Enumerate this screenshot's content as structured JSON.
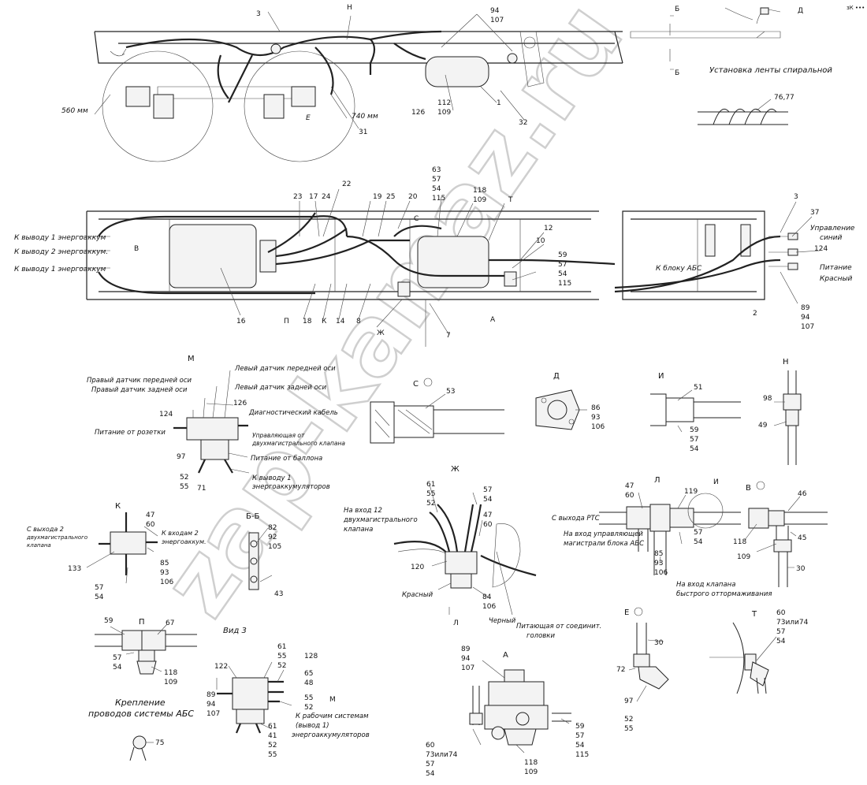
{
  "corner_mark": "зК •••",
  "watermark": "zap-kamaz.ru",
  "side_view": {
    "letters": [
      "3",
      "Н",
      "Е"
    ],
    "dims": [
      "560 мм",
      "740 мм"
    ],
    "callouts": [
      "94",
      "107",
      "126",
      "112",
      "109",
      "1",
      "32",
      "31"
    ]
  },
  "spiral": {
    "title": "Установка ленты спиральной",
    "section_top": "Б",
    "section_bottom": "Б",
    "view_letter": "Д",
    "callout": "76,77"
  },
  "plan": {
    "left_labels": [
      "К выводу 1 энергоаккум",
      "К выводу 2 энергоаккум.",
      "К выводу 1 энергоаккум"
    ],
    "view_v": "В",
    "top_callouts": [
      "23",
      "17",
      "24",
      "22",
      "19",
      "25",
      "20",
      "63",
      "57",
      "54",
      "115",
      "118",
      "109",
      "Т",
      "12",
      "10",
      "59",
      "57",
      "54",
      "115",
      "С"
    ],
    "bottom_callouts": [
      "16",
      "П",
      "18",
      "К",
      "14",
      "8",
      "Ж",
      "7",
      "А"
    ],
    "abs_label": "К блоку АБС",
    "right_labels": [
      "Управление",
      "синий",
      "Питание",
      "Красный"
    ],
    "right_callouts": [
      "3",
      "37",
      "124",
      "89",
      "94",
      "107",
      "2"
    ]
  },
  "view_m": {
    "letter": "М",
    "labels": [
      "Правый датчик передней оси",
      "Правый датчик задней оси",
      "Левый датчик передней оси",
      "Левый датчик задней оси",
      "Диагностический кабель",
      "Питание от розетки",
      "Управляющая от",
      "двухмагистрального клапана",
      "Питание от баллона",
      "К выводу 1",
      "энергоаккумуляторов"
    ],
    "callouts": [
      "124",
      "126",
      "97",
      "52",
      "55",
      "71"
    ]
  },
  "view_c": {
    "letter": "С",
    "callout": "53"
  },
  "view_d": {
    "letter": "Д",
    "callouts": [
      "86",
      "93",
      "106"
    ]
  },
  "view_i": {
    "letter": "И",
    "callouts": [
      "51",
      "59",
      "57",
      "54"
    ]
  },
  "view_n": {
    "letter": "Н",
    "callouts": [
      "98",
      "49"
    ]
  },
  "view_k": {
    "letter": "К",
    "labels": [
      "С выхода 2",
      "двухмагистрального",
      "клапана",
      "К входам 2",
      "энергоаккум."
    ],
    "callouts": [
      "47",
      "60",
      "133",
      "85",
      "93",
      "106",
      "57",
      "54"
    ]
  },
  "view_bb": {
    "letter": "Б-Б",
    "callouts": [
      "82",
      "92",
      "105",
      "43"
    ],
    "view3": "Вид 3"
  },
  "view_zh": {
    "letter": "Ж",
    "labels": [
      "На вход 12",
      "двухмагистрального",
      "клапана",
      "Красный",
      "Черный",
      "Питающая от соединит.",
      "головки",
      "Л"
    ],
    "callouts": [
      "61",
      "55",
      "52",
      "57",
      "54",
      "47",
      "60",
      "120",
      "84",
      "106"
    ]
  },
  "view_l": {
    "letter": "Л",
    "labels": [
      "С выхода РТС",
      "На вход управляющей",
      "магистрали блока АБС",
      "На вход клапана",
      "быстрого оттормаживания",
      "И"
    ],
    "callouts": [
      "47",
      "60",
      "119",
      "57",
      "54",
      "85",
      "93",
      "106"
    ]
  },
  "view_v": {
    "letter": "В",
    "callouts": [
      "46",
      "45",
      "118",
      "109",
      "30"
    ]
  },
  "view_p": {
    "letter": "П",
    "callouts": [
      "59",
      "67",
      "57",
      "54",
      "118",
      "109"
    ]
  },
  "abs_mount": {
    "title_1": "Крепление",
    "title_2": "проводов системы АБС",
    "callout": "75"
  },
  "view_3": {
    "labels": [
      "К рабочим системам",
      "(вывод 1)",
      "энергоаккумуляторов",
      "М"
    ],
    "callouts": [
      "122",
      "61",
      "55",
      "52",
      "128",
      "65",
      "48",
      "89",
      "94",
      "107",
      "55",
      "52",
      "61",
      "41",
      "52",
      "55"
    ]
  },
  "view_a": {
    "letter": "А",
    "callouts": [
      "89",
      "94",
      "107",
      "60",
      "73или74",
      "57",
      "54",
      "118",
      "109",
      "59",
      "57",
      "54",
      "115"
    ]
  },
  "view_e": {
    "letter": "Е",
    "callouts": [
      "30",
      "72",
      "97",
      "52",
      "55"
    ]
  },
  "view_t": {
    "letter": "Т",
    "callouts": [
      "60",
      "73или74",
      "57",
      "54"
    ]
  }
}
